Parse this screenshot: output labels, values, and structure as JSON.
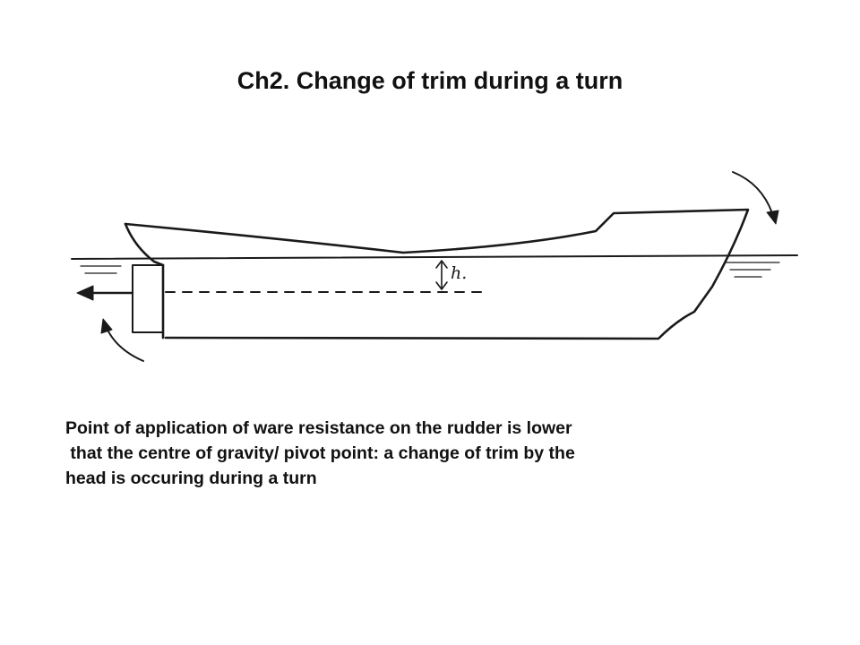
{
  "slide": {
    "title": "Ch2. Change of trim during a turn"
  },
  "diagram": {
    "depth_label": "h."
  },
  "caption": {
    "lines": [
      "Point of application of ware resistance on the rudder is lower",
      " that the centre of gravity/ pivot point: a change of trim by the",
      "head is occuring during a turn"
    ]
  }
}
